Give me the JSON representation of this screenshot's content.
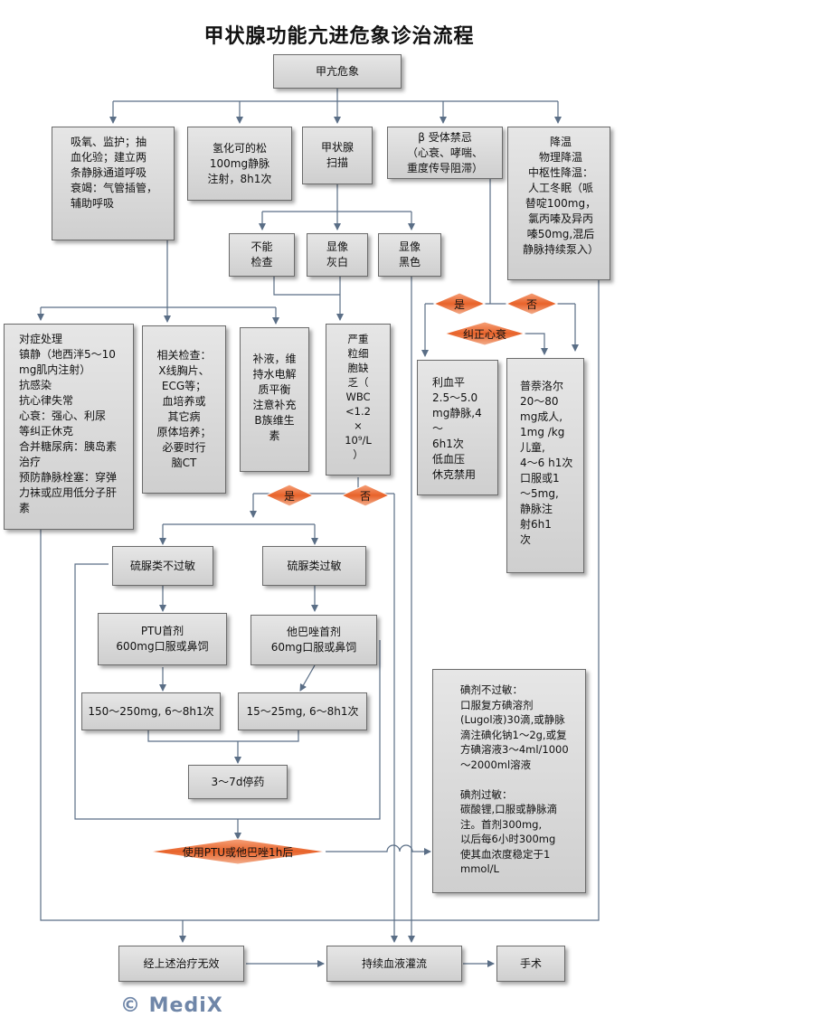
{
  "title": "甲状腺功能亢进危象诊治流程",
  "watermark": "© MediX",
  "colors": {
    "box_border": "#6b6b6b",
    "arrow": "#5a6e86",
    "diamond": "#e8632a"
  },
  "nodes": {
    "start": "甲亢危象",
    "oxygen": "吸氧、监护；抽\n血化验；建立两\n条静脉通道呼吸\n衰竭：气管插管，\n辅助呼吸",
    "hydrocortisone": "氢化可的松\n100mg静脉\n注射，8h1次",
    "thyroid_scan": "甲状腺\n扫描",
    "beta_contra": "β 受体禁忌\n（心衰、哮喘、\n重度传导阻滞）",
    "cooling": "降温\n物理降温\n中枢性降温：\n人工冬眠（哌\n替啶100mg，\n氯丙嗪及异丙\n嗪50mg,混后\n静脉持续泵入）",
    "no_check": "不能\n检查",
    "image_gray": "显像\n灰白",
    "image_black": "显像\n黑色",
    "symptomatic": "对症处理\n镇静（地西泮5～10\n  mg肌内注射）\n抗感染\n抗心律失常\n心衰：强心、利尿\n等纠正休克\n合并糖尿病：胰岛素\n治疗\n预防静脉栓塞：穿弹\n力袜或应用低分子肝\n素",
    "related_exam": "相关检查：\nX线胸片、\nECG等；\n血培养或\n其它病\n原体培养；\n必要时行\n脑CT",
    "fluid": "补液，维\n持水电解\n质平衡\n注意补充\nB族维生\n素",
    "agranulocytosis": "严重\n粒细\n胞缺\n乏（\nWBC\n<1.2\n×\n10⁹/L\n）",
    "reserpine": "利血平\n2.5～5.0\nmg静脉,4～\n6h1次\n低血压\n休克禁用",
    "propranolol": "普萘洛尔\n20～80\nmg成人,\n1mg /kg\n儿童,\n4～6 h1次\n口服或1\n  ～5mg,\n  静脉注\n  射6h1\n  次",
    "thiourea_ok": "硫脲类不过敏",
    "thiourea_allergy": "硫脲类过敏",
    "ptu_first": "PTU首剂\n600mg口服或鼻饲",
    "methimazole_first": "他巴唑首剂\n60mg口服或鼻饲",
    "ptu_dose": "150～250mg, 6～8h1次",
    "methimazole_dose": "15～25mg, 6～8h1次",
    "stop_drug": "3～7d停药",
    "iodine": "碘剂不过敏：\n口服复方碘溶剂\n(Lugol液)30滴,或静脉\n滴注碘化钠1～2g,或复\n方碘溶液3～4ml/1000\n～2000ml溶液\n\n碘剂过敏：\n碳酸锂,口服或静脉滴\n注。首剂300mg,\n以后每6小时300mg\n使其血浓度稳定于1\n  mmol/L",
    "failed": "经上述治疗无效",
    "blood_perfusion": "持续血液灌流",
    "surgery": "手术"
  },
  "decisions": {
    "yes1": "是",
    "no1": "否",
    "correct_hf": "纠正心衰",
    "yes2": "是",
    "no2": "否",
    "after_1h": "使用PTU或他巴唑1h后"
  }
}
